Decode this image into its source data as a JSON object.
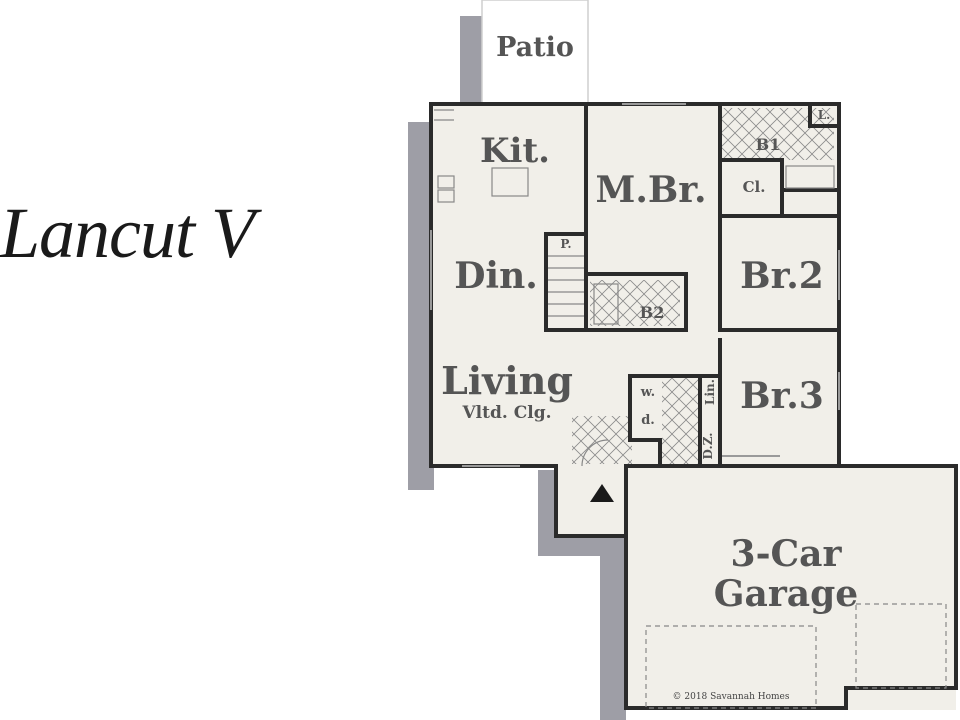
{
  "title": "Lancut V",
  "rooms": {
    "patio": "Patio",
    "kitchen": "Kit.",
    "master_bedroom": "M.Br.",
    "bath1": "B1",
    "closet": "Cl.",
    "linen1": "L.",
    "dining": "Din.",
    "pantry": "P.",
    "bath2": "B2",
    "bedroom2": "Br.2",
    "living": "Living",
    "living_note": "Vltd. Clg.",
    "washer": "w.",
    "dryer": "d.",
    "linen2": "Lin.",
    "dz": "D.Z.",
    "bedroom3": "Br.3",
    "garage_line1": "3-Car",
    "garage_line2": "Garage"
  },
  "copyright": "© 2018 Savannah Homes",
  "colors": {
    "floor": "#f1efe9",
    "wall": "#2b2b2b",
    "shadow": "#9e9ea6",
    "label": "#555555",
    "watermark": "#e8b4b8"
  }
}
